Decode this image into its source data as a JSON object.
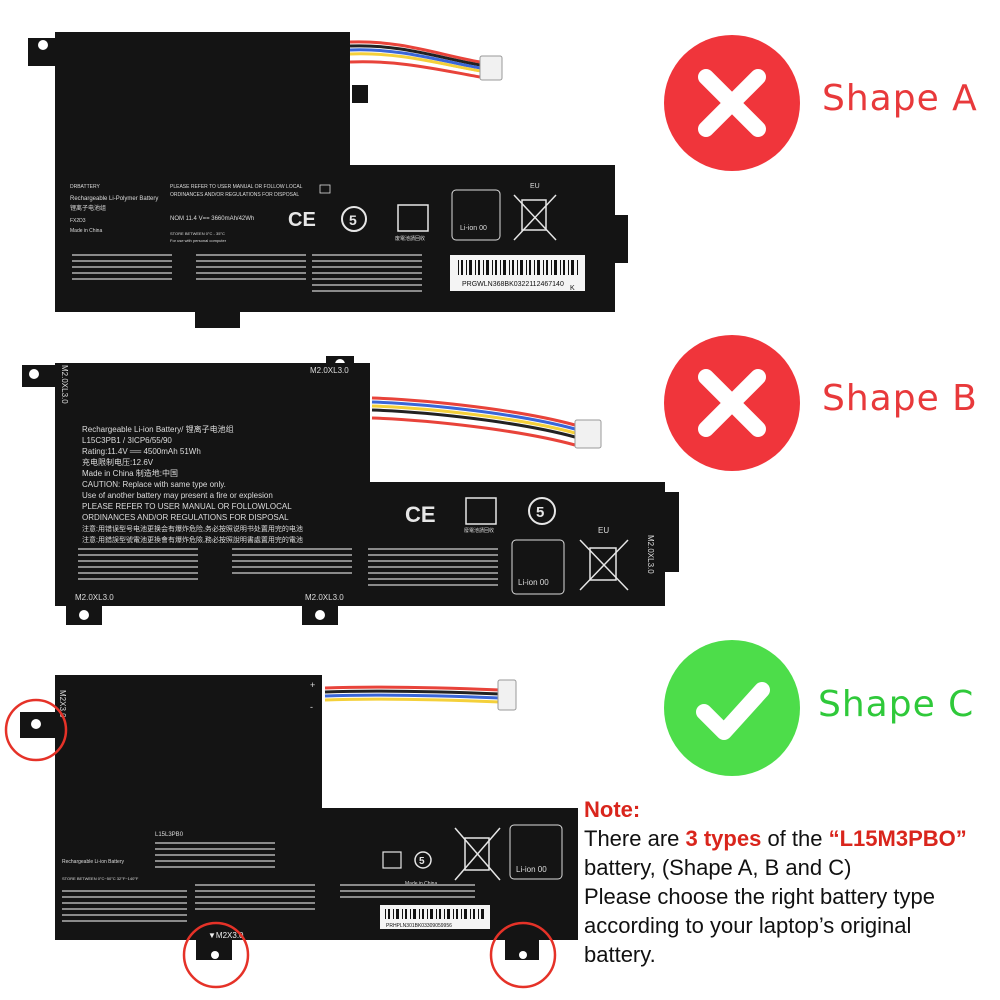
{
  "batteries": {
    "a": {
      "brand": "DRBATTERY",
      "title": "Rechargeable Li-Polymer Battery",
      "title_cn": "锂离子电池组",
      "model": "FX2D3",
      "rating": "NOM 11.4 V== 3660mAh/42Wh",
      "made_in": "Made in China",
      "refer_1": "PLEASE REFER TO USER MANUAL OR FOLLOW LOCAL",
      "refer_2": "ORDINANCES AND/OR REGULATIONS FOR DISPOSAL",
      "store": "STORE BETWEEN 0°C - 35°C",
      "use_with": "For use with personal computer",
      "recycle_cn": "废電池請回收",
      "li_ion": "Li-ion 00",
      "eu": "EU",
      "barcode": "PRGWLN368BK0322112467140",
      "barcode_suffix": "K",
      "ce": "CE",
      "five": "5"
    },
    "b": {
      "screw_top": "M2.0XL3.0",
      "screw_top_left": "M2.0XL3.0",
      "screw_right": "M2.0XL3.0",
      "screw_bottom_left": "M2.0XL3.0",
      "screw_bottom_mid": "M2.0XL3.0",
      "title": "Rechargeable Li-ion Battery/ 锂离子电池组",
      "model": "L15C3PB1 / 3ICP6/55/90",
      "rating": "Rating:11.4V ══ 4500mAh 51Wh",
      "charge_limit": "充电限制电压:12.6V",
      "made_in": "Made in China 制造地:中国",
      "caution_1": "CAUTION: Replace with same type only.",
      "caution_2": "Use of another battery may present a fire or explesion",
      "refer_1": "PLEASE REFER TO USER MANUAL OR FOLLOWLOCAL",
      "refer_2": "ORDINANCES AND/OR REGULATIONS FOR DISPOSAL",
      "cn_1": "注意:用错误型号电池更换会有爆炸危险,务必按照说明书处置用完的电池",
      "cn_2": "注意:用錯誤型號電池更換會有爆炸危險,務必按照說明書處置用完的電池",
      "recycle_cn": "廢電池請回收",
      "li_ion": "Li-ion 00",
      "eu": "EU",
      "ce": "CE",
      "five": "5"
    },
    "c": {
      "screw_left": "M2X3.0",
      "screw_bottom": "▼M2X3.0",
      "model": "L15L3PB0",
      "title": "Rechargeable Li-ion Battery",
      "made_in": "Made in China",
      "li_ion": "Li-ion 00",
      "barcode": "PRHPLN301BK03309059956",
      "store": "STORE BETWEEN 0°C~50°C 32°F~140°F",
      "five": "5"
    }
  },
  "shapes": [
    {
      "label": "Shape A",
      "status": "incorrect",
      "icon": "cross-icon",
      "color": "#f0353b",
      "label_color": "#e8393b"
    },
    {
      "label": "Shape B",
      "status": "incorrect",
      "icon": "cross-icon",
      "color": "#f0353b",
      "label_color": "#e8393b"
    },
    {
      "label": "Shape C",
      "status": "correct",
      "icon": "check-icon",
      "color": "#4ddd4a",
      "label_color": "#2fc93a"
    }
  ],
  "note": {
    "title": "Note:",
    "line1_pre": "There are ",
    "line1_count": "3 types",
    "line1_mid": " of the ",
    "line1_model": "“L15M3PBO”",
    "line2": "battery, (Shape A, B and C)",
    "line3": "Please choose the right battery type",
    "line4": "according to your laptop’s original",
    "line5": "battery."
  },
  "colors": {
    "battery": "#141414",
    "label_text": "#dcdcdc",
    "highlight": "#e53228",
    "wire_cable": "#ffffff"
  }
}
